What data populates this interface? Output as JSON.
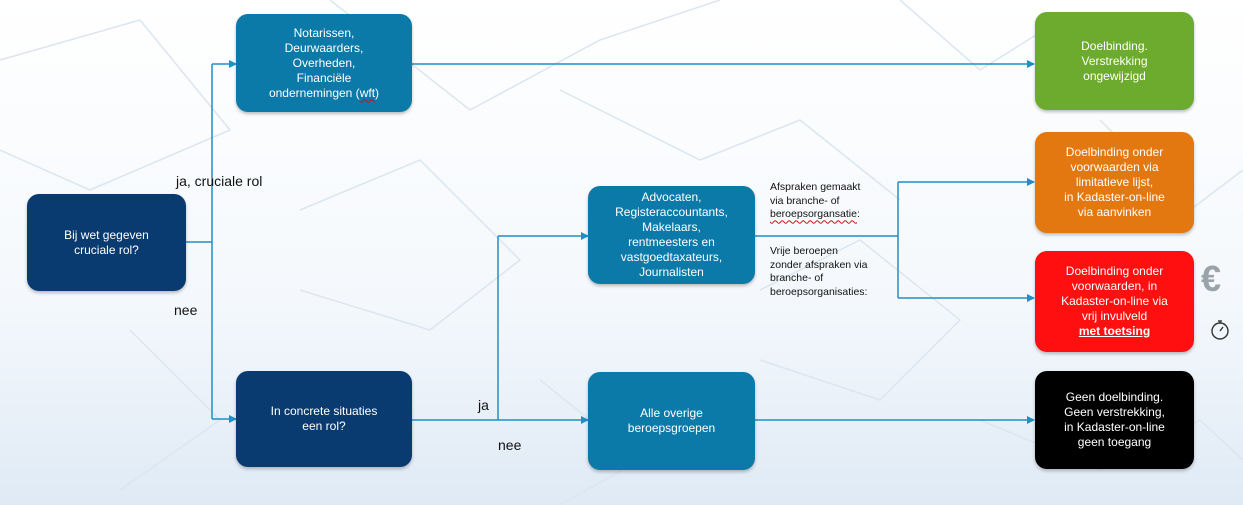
{
  "start": {
    "label": "Bij wet gegeven\ncruciale rol?"
  },
  "labels": {
    "ja_cruciale_rol": "ja, cruciale rol",
    "nee_left": "nee",
    "ja_mid": "ja",
    "nee_mid": "nee"
  },
  "notarissen": {
    "label": "Notarissen,\nDeurwaarders,\nOverheden,\nFinanciële\nondernemingen (",
    "wft": "wft",
    "close": ")"
  },
  "concrete": {
    "label": "In concrete situaties\neen rol?"
  },
  "advocaten": {
    "label": "Advocaten,\nRegisteraccountants,\nMakelaars,\nrentmeesters en\nvastgoedtaxateurs,\nJournalisten"
  },
  "overige": {
    "label": "Alle overige\nberoepsgroepen"
  },
  "notes": {
    "afspraken": "Afspraken gemaakt\nvia branche- of\n",
    "afspraken_ul": "beroepsorgansatie",
    "afspraken_end": ":",
    "vrije": "Vrije beroepen\nzonder afspraken via\nbranche- of\nberoepsorganisaties:"
  },
  "outcomes": {
    "green": "Doelbinding.\nVerstrekking\nongewijzigd",
    "orange": "Doelbinding onder\nvoorwaarden via\nlimitatieve lijst,\nin Kadaster-on-line\nvia aanvinken",
    "red": "Doelbinding onder\nvoorwaarden, in\nKadaster-on-line via\nvrij invulveld\n",
    "red_emph": "met toetsing",
    "black": "Geen doelbinding.\nGeen verstrekking,\nin Kadaster-on-line\ngeen toegang"
  },
  "icons": {
    "euro": "€",
    "timer": "stopwatch-icon"
  },
  "colors": {
    "dark_blue": "#0a3b70",
    "teal": "#0b7aa8",
    "green": "#6cab2d",
    "orange": "#e2780f",
    "red": "#ff0f0f",
    "black": "#000000",
    "connector": "#1e90c8"
  }
}
